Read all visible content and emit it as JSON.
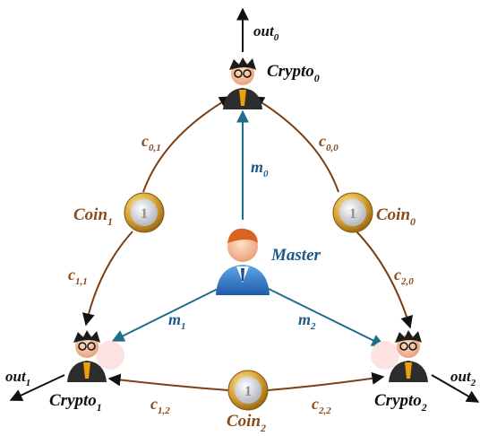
{
  "nodes": {
    "crypto0": {
      "name": "Crypto",
      "sub": "0"
    },
    "crypto1": {
      "name": "Crypto",
      "sub": "1"
    },
    "crypto2": {
      "name": "Crypto",
      "sub": "2"
    },
    "master": {
      "name": "Master"
    }
  },
  "coins": {
    "coin0": {
      "name": "Coin",
      "sub": "0"
    },
    "coin1": {
      "name": "Coin",
      "sub": "1"
    },
    "coin2": {
      "name": "Coin",
      "sub": "2"
    }
  },
  "outputs": {
    "out0": {
      "name": "out",
      "sub": "0"
    },
    "out1": {
      "name": "out",
      "sub": "1"
    },
    "out2": {
      "name": "out",
      "sub": "2"
    }
  },
  "coin_edges": {
    "c01": {
      "name": "c",
      "sub": "0,1"
    },
    "c00": {
      "name": "c",
      "sub": "0,0"
    },
    "c11": {
      "name": "c",
      "sub": "1,1"
    },
    "c20": {
      "name": "c",
      "sub": "2,0"
    },
    "c12": {
      "name": "c",
      "sub": "1,2"
    },
    "c22": {
      "name": "c",
      "sub": "2,2"
    }
  },
  "messages": {
    "m0": {
      "name": "m",
      "sub": "0"
    },
    "m1": {
      "name": "m",
      "sub": "1"
    },
    "m2": {
      "name": "m",
      "sub": "2"
    }
  },
  "colors": {
    "coin_arrow": "#7a3f14",
    "message_arrow": "#1f6f8b",
    "output_arrow": "#111111",
    "coin_label": "#8a4b1c",
    "message_label": "#1d5a8a"
  },
  "icons": {
    "crypto": "cryptographer-person-icon",
    "master": "master-person-icon",
    "coin": "euro-coin-icon"
  }
}
